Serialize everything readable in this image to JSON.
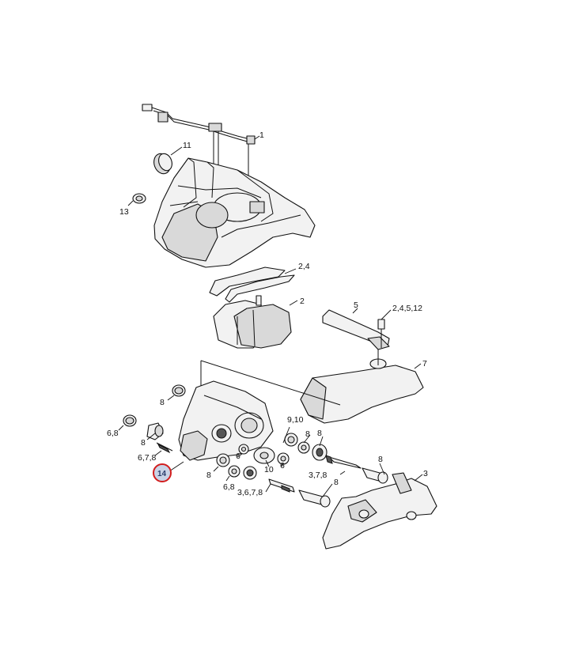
{
  "labels": {
    "l1": "1",
    "l11": "11",
    "l13": "13",
    "l2_4": "2,4",
    "l2": "2",
    "l5": "5",
    "l2_4_5_12": "2,4,5,12",
    "l7": "7",
    "l8_a": "8",
    "l6_8_a": "6,8",
    "l8_b": "8",
    "l6_7_8": "6,7,8",
    "l9_10": "9,10",
    "l8_c": "8",
    "l8_d": "8",
    "l6_a": "6",
    "l10": "10",
    "l6_b": "6",
    "l8_e": "8",
    "l6_8_b": "6,8",
    "l3_6_7_8": "3,6,7,8",
    "l8_f": "8",
    "l3_7_8": "3,7,8",
    "l3": "3",
    "l8_g": "8"
  },
  "callout": {
    "text": "14",
    "ring_color": "#d21d1d",
    "fill_color": "#c9d3e6"
  }
}
